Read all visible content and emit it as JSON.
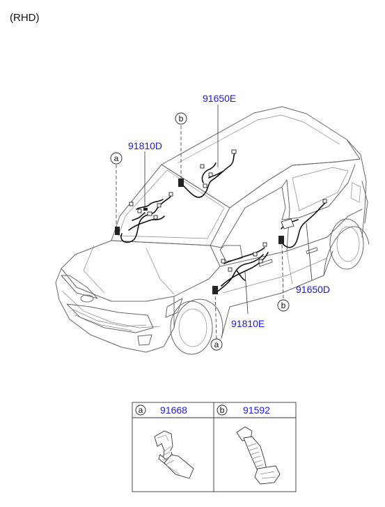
{
  "variant_label": "(RHD)",
  "callouts": {
    "a": "a",
    "b": "b"
  },
  "parts": {
    "front_harness": "91810D",
    "roof_harness": "91650E",
    "rear_door_harness": "91650D",
    "floor_harness": "91810E"
  },
  "legend": {
    "cell_a": {
      "letter": "a",
      "part_no": "91668"
    },
    "cell_b": {
      "letter": "b",
      "part_no": "91592"
    }
  }
}
